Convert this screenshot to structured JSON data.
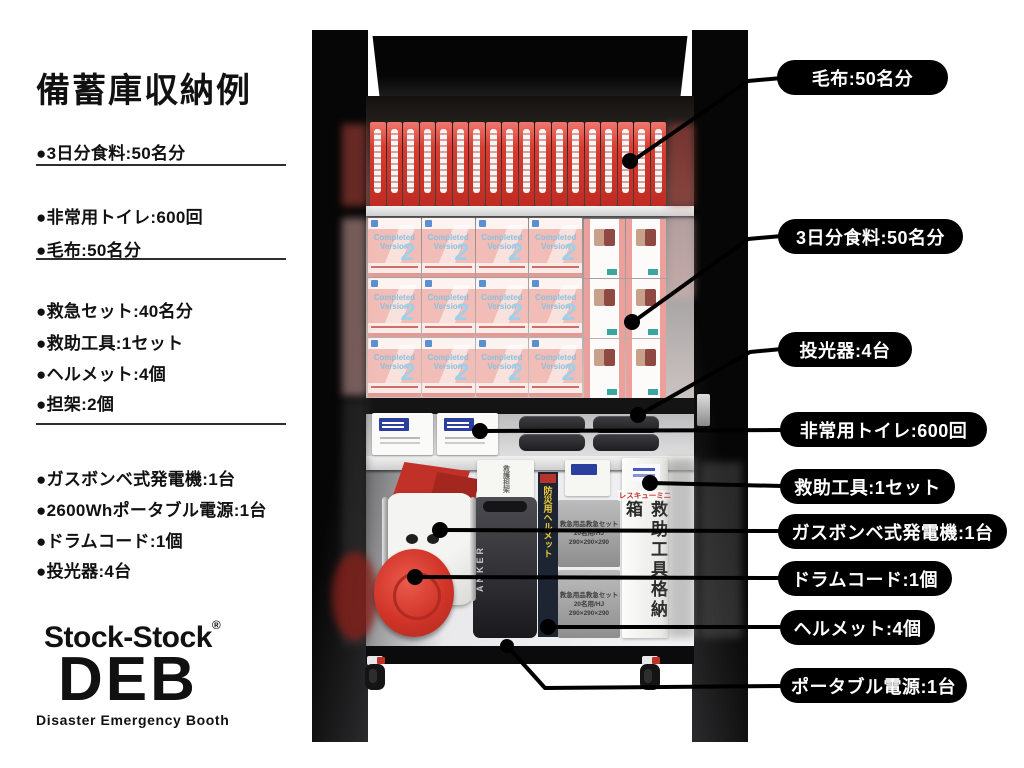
{
  "inventory_panel": {
    "title": "備蓄庫収納例",
    "groups": [
      {
        "items": [
          "●3日分食料:50名分"
        ]
      },
      {
        "items": [
          "●非常用トイレ:600回",
          "●毛布:50名分"
        ]
      },
      {
        "items": [
          "●救急セット:40名分",
          "●救助工具:1セット",
          "●ヘルメット:4個",
          "●担架:2個"
        ]
      },
      {
        "items": [
          "●ガスボンベ式発電機:1台",
          "●2600Whポータブル電源:1台",
          "●ドラムコード:1個",
          "●投光器:4台"
        ]
      }
    ]
  },
  "logo": {
    "brand": "Stock-Stock",
    "reg_mark": "®",
    "acronym": "DEB",
    "tagline": "Disaster Emergency Booth"
  },
  "callouts": [
    {
      "label": "毛布:50名分"
    },
    {
      "label": "3日分食料:50名分"
    },
    {
      "label": "投光器:4台"
    },
    {
      "label": "非常用トイレ:600回"
    },
    {
      "label": "救助工具:1セット"
    },
    {
      "label": "ガスボンベ式発電機:1台"
    },
    {
      "label": "ドラムコード:1個"
    },
    {
      "label": "ヘルメット:4個"
    },
    {
      "label": "ポータブル電源:1台"
    }
  ],
  "cabinet": {
    "food_box": {
      "line1": "Completed",
      "line2": "Version",
      "number": "2"
    },
    "counts": {
      "blanket_boxes": 18,
      "food_rows": 3,
      "food_cols": 4,
      "mini_rows": 3,
      "mini_cols": 2,
      "toilet_boxes": 2,
      "floodlight_rows": 2,
      "floodlight_cols": 2
    },
    "labels": {
      "rescue_box": "救助工具格納箱",
      "rescue_red": "レスキューミニ",
      "helmet_box": "防災用ヘルメット",
      "firstaid_1": "救急用品救急セット",
      "firstaid_2": "20名用/HJ",
      "firstaid_3": "290×290×290",
      "power_station": "ANKER",
      "stretcher_box": "救護担架"
    },
    "colors": {
      "callout_bg": "#000000",
      "callout_text": "#ffffff",
      "blanket_red": "#d93c31",
      "food_pink": "#f2bcb7",
      "food_text_blue": "#8cc0de",
      "toilet_label_blue": "#2b3f9e",
      "helmet_navy": "#1d2532",
      "helmet_yellow": "#f3cf3a",
      "drum_red": "#d03427"
    }
  }
}
